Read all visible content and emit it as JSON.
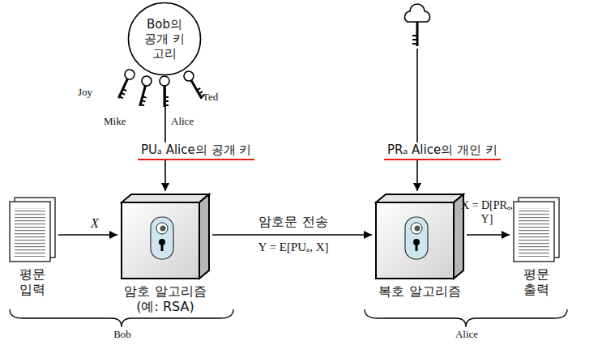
{
  "diagram": {
    "nodes": [
      {
        "text": [
          "Bob의 공개 키 고리"
        ]
      },
      {
        "text": [
          "평문 입력"
        ]
      },
      {
        "text": [
          "암호 알고리즘",
          "(예: RSA)"
        ]
      },
      {
        "text": [
          "복호 알고리즘"
        ]
      },
      {
        "text": [
          "평문 출력"
        ]
      }
    ],
    "edges": [
      {
        "from": 0,
        "to": 2,
        "arrow": "to",
        "label": "PUₐ Alice의 공개 키"
      },
      {
        "from": 1,
        "to": 2,
        "arrow": "to",
        "label": "X"
      },
      {
        "from": 2,
        "to": 3,
        "arrow": "to",
        "label": "암호문 전송"
      },
      {
        "from": 3,
        "to": 4,
        "arrow": "to",
        "label": "X = D[PRₐ, Y]"
      }
    ],
    "labels": [
      "Joy",
      "Mike",
      "Alice",
      "Ted",
      "PRₐ Alice의 개인 키",
      "Y = E[PUₐ, X]",
      "Bob",
      "Alice"
    ]
  }
}
